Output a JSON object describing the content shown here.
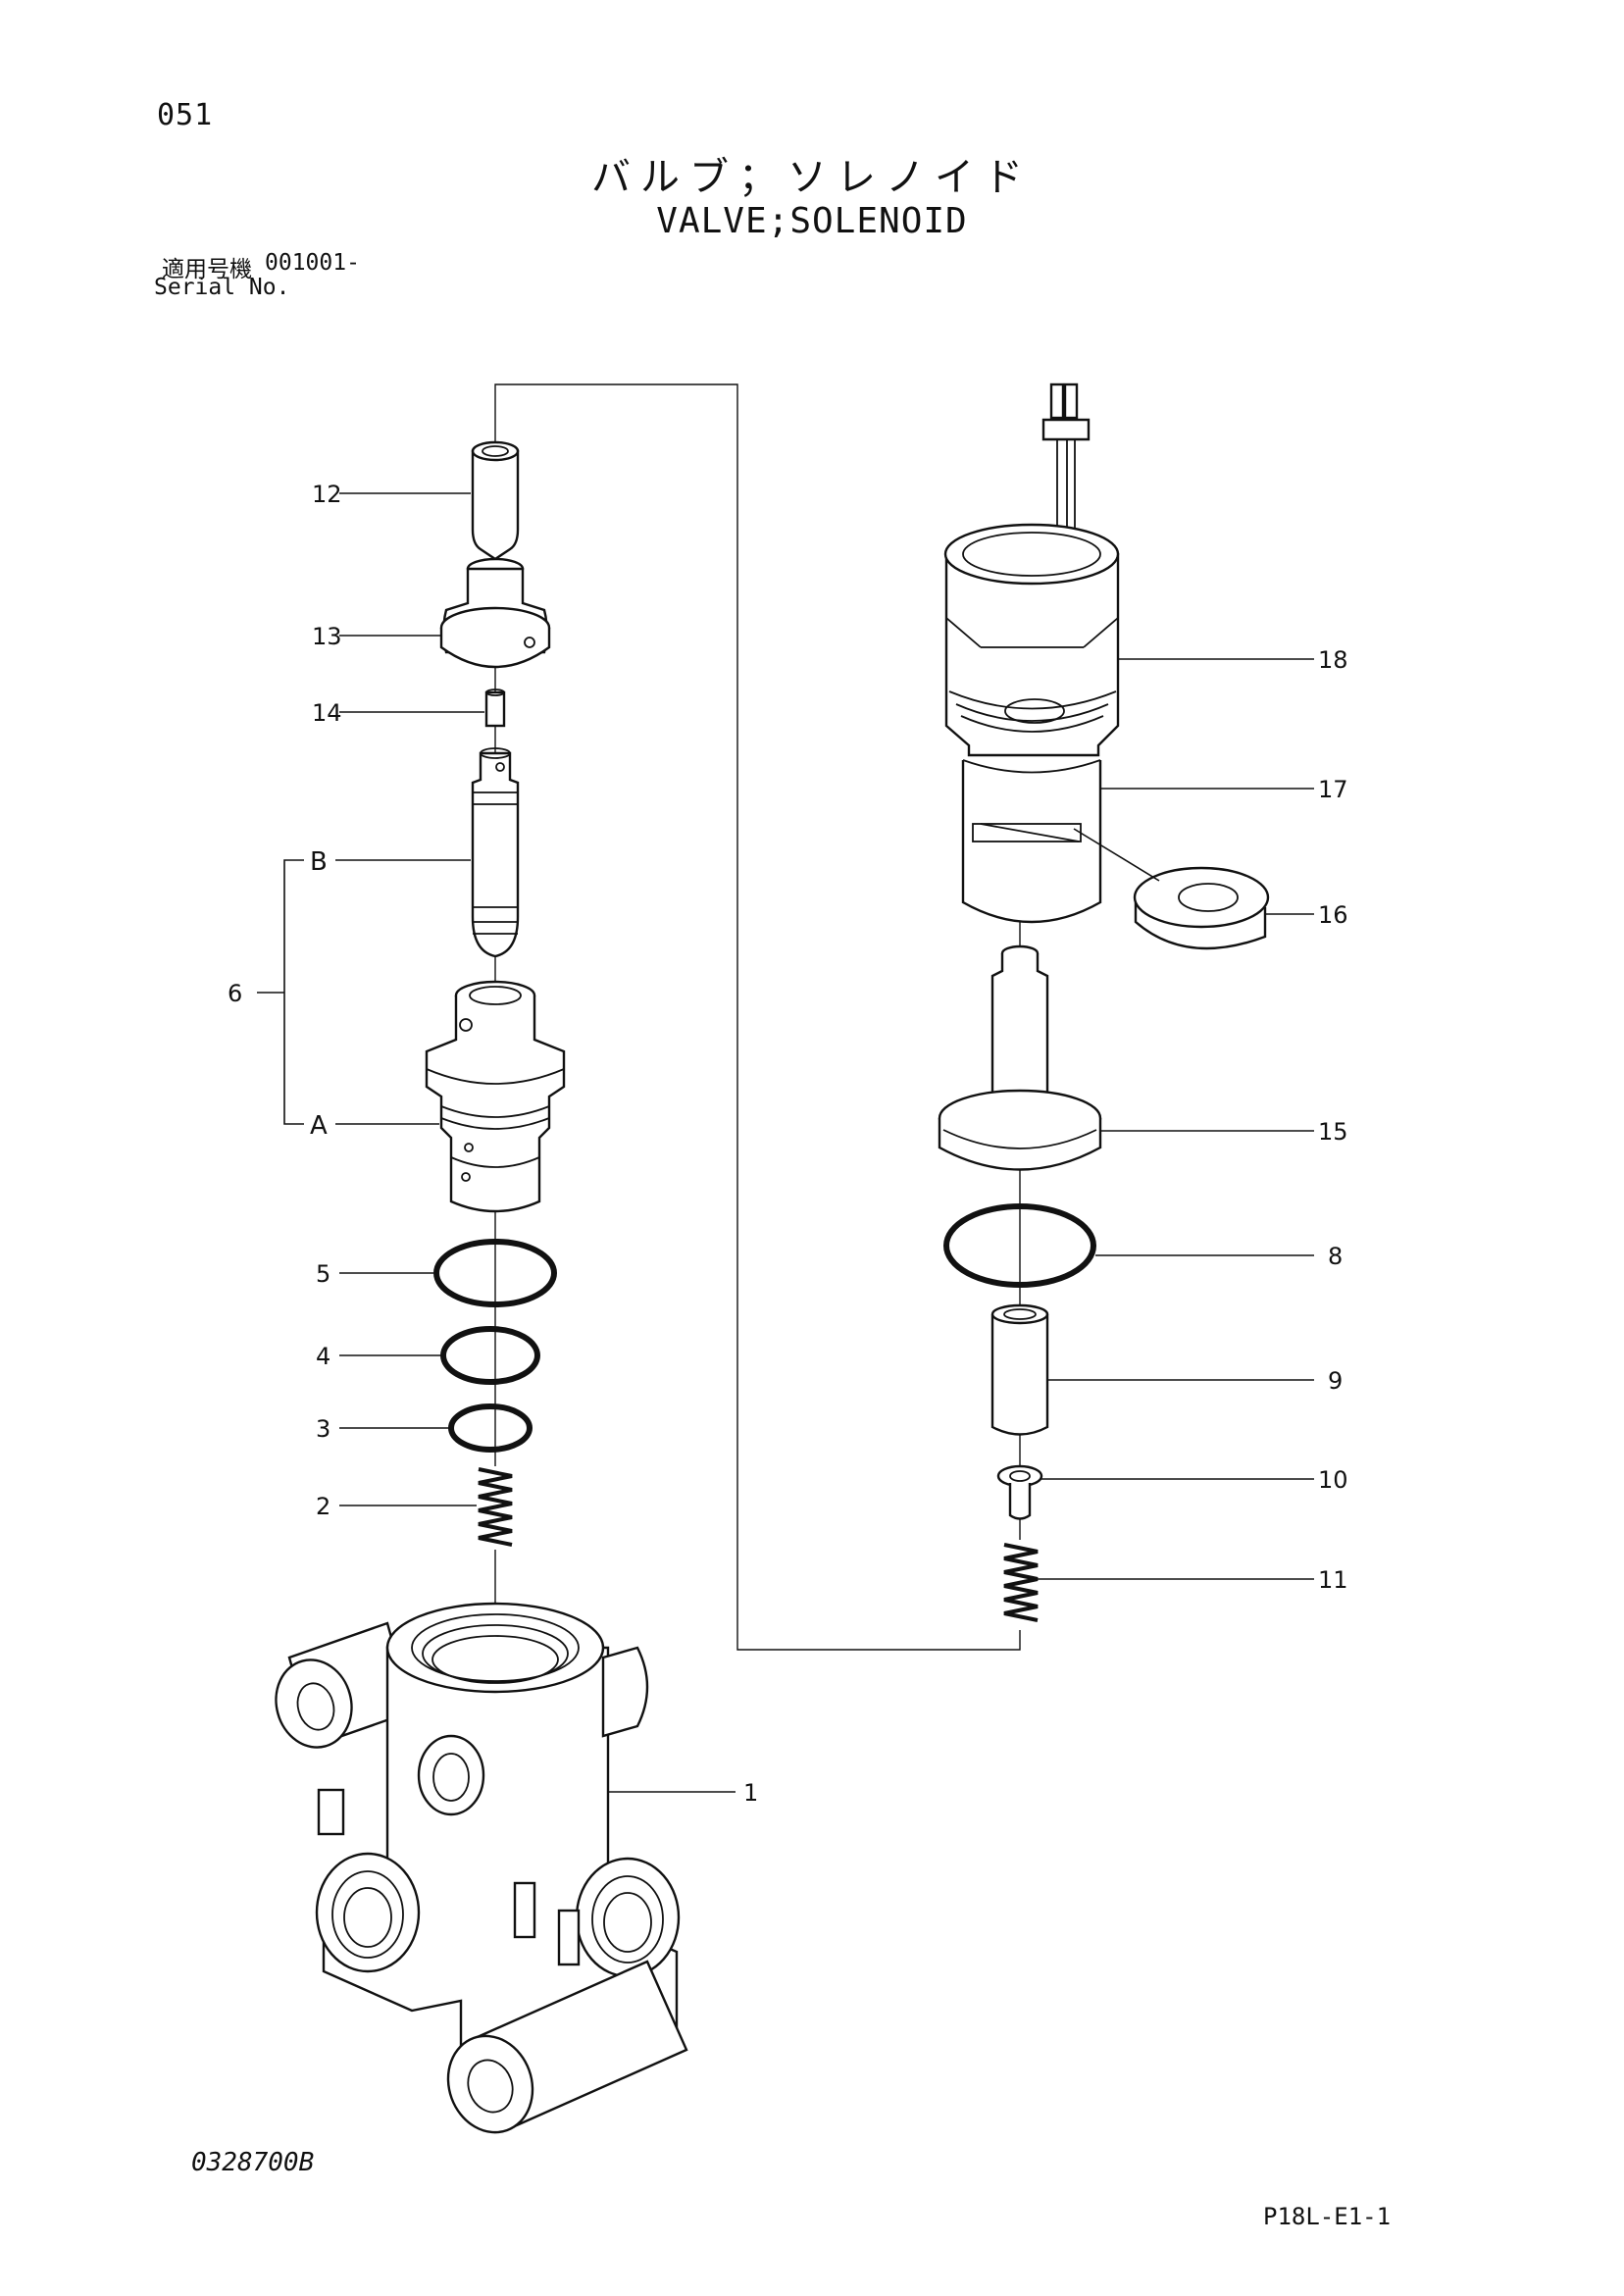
{
  "header": {
    "page_number": "051",
    "title_jp": "バルブ；ソレノイド",
    "title_en": "VALVE;SOLENOID",
    "serial_label_jp": "適用号機",
    "serial_value": "001001-",
    "serial_label_en": "Serial No."
  },
  "footer": {
    "drawing_code": "0328700B",
    "page_code": "P18L-E1-1"
  },
  "callouts": {
    "p1": "1",
    "p2": "2",
    "p3": "3",
    "p4": "4",
    "p5": "5",
    "p6": "6",
    "pA": "A",
    "pB": "B",
    "p8": "8",
    "p9": "9",
    "p10": "10",
    "p11": "11",
    "p12": "12",
    "p13": "13",
    "p14": "14",
    "p15": "15",
    "p16": "16",
    "p17": "17",
    "p18": "18"
  }
}
